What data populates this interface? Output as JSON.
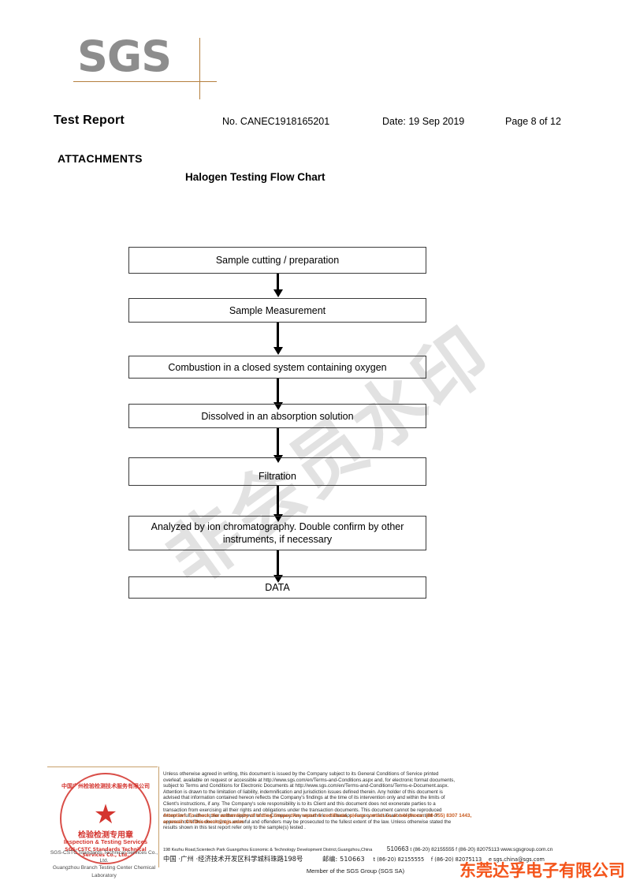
{
  "document": {
    "logo_text": "SGS",
    "header": {
      "title": "Test Report",
      "report_no": "No. CANEC1918165201",
      "date": "Date: 19 Sep 2019",
      "page": "Page 8 of 12"
    },
    "attachments_heading": "ATTACHMENTS",
    "flowchart_title": "Halogen Testing Flow Chart",
    "watermark_text": "非会员水印",
    "company_watermark": "东莞达孚电子有限公司"
  },
  "flowchart": {
    "steps": [
      {
        "label": "Sample cutting / preparation"
      },
      {
        "label": "Sample Measurement"
      },
      {
        "label": "Combustion in a closed system containing  oxygen"
      },
      {
        "label": "Dissolved in an absorption solution"
      },
      {
        "label": "Filtration"
      },
      {
        "label": "Analyzed by ion chromatography. Double confirm by other instruments, if necessary"
      },
      {
        "label": "DATA"
      }
    ]
  },
  "footer": {
    "stamp": {
      "arc_top": "中国广州检验检测技术服务有限公司",
      "star": "★",
      "cn_label": "检验检测专用章",
      "en_label": "Inspection & Testing Services",
      "arc_bottom": "SGS-CSTC Standards Technical Services Co., Ltd."
    },
    "lab_name_line1": "SGS-CSTC Standards Technical Services Co., Ltd.",
    "lab_name_line2": "Guangzhou Branch  Testing Center  Chemical Laboratory",
    "legal_lines": [
      "Unless otherwise agreed in writing, this document is issued by the Company subject to its General Conditions of Service printed",
      "overleaf, available on request or accessible at http://www.sgs.com/en/Terms-and-Conditions.aspx and, for electronic format documents,",
      "subject to Terms and Conditions for Electronic Documents at http://www.sgs.com/en/Terms-and-Conditions/Terms-e-Document.aspx.",
      "Attention is drawn to the limitation of liability, indemnification and jurisdiction issues defined therein. Any holder of this document is",
      "advised that information contained hereon reflects the Company's findings at the time of its intervention only and within the limits of",
      "Client's instructions, if any. The Company's sole responsibility is to its Client and this document does not exonerate parties to a",
      "transaction from exercising all their rights and obligations under the transaction documents. This document cannot be reproduced",
      "except in full, without prior written approval of the Company. Any unauthorized alteration, forgery or falsification of the content or",
      "appearance of this document is unlawful and offenders may be prosecuted to the fullest extent of the law. Unless otherwise stated the",
      "results shown in this test report refer only to the sample(s) tested ."
    ],
    "attention_lines": [
      "Attention: To check the authenticity of testing /inspection report & certificate, please contact us at telephone: (86-755) 8307 1443,",
      "or email: CN.Doccheck@sgs.com"
    ],
    "address_en": "198 Kezhu Road,Scientech Park Guangzhou Economic & Technology Development District,Guangzhou,China",
    "address_en_zip": "510663",
    "address_en_tel": "t (86-20) 82155555",
    "address_en_fax": "f (86-20) 82075113",
    "address_en_web": "www.sgsgroup.com.cn",
    "address_cn": "中国 ·广州 ·经济技术开发区科学城科珠路198号",
    "address_cn_zip_label": "邮编: 510663",
    "address_cn_tel": "t (86-20) 82155555",
    "address_cn_fax": "f (86-20) 82075113",
    "address_cn_email": "e sgs.china@sgs.com",
    "member_line": "Member of the SGS Group (SGS SA)"
  },
  "colors": {
    "logo_gray": "#8d8d8d",
    "rule_tan": "#c8a06a",
    "attention_orange": "#c85a1e",
    "stamp_red": "#d4352f",
    "company_watermark_orange": "#f4541a",
    "watermark_gray": "#e2e2e2"
  }
}
